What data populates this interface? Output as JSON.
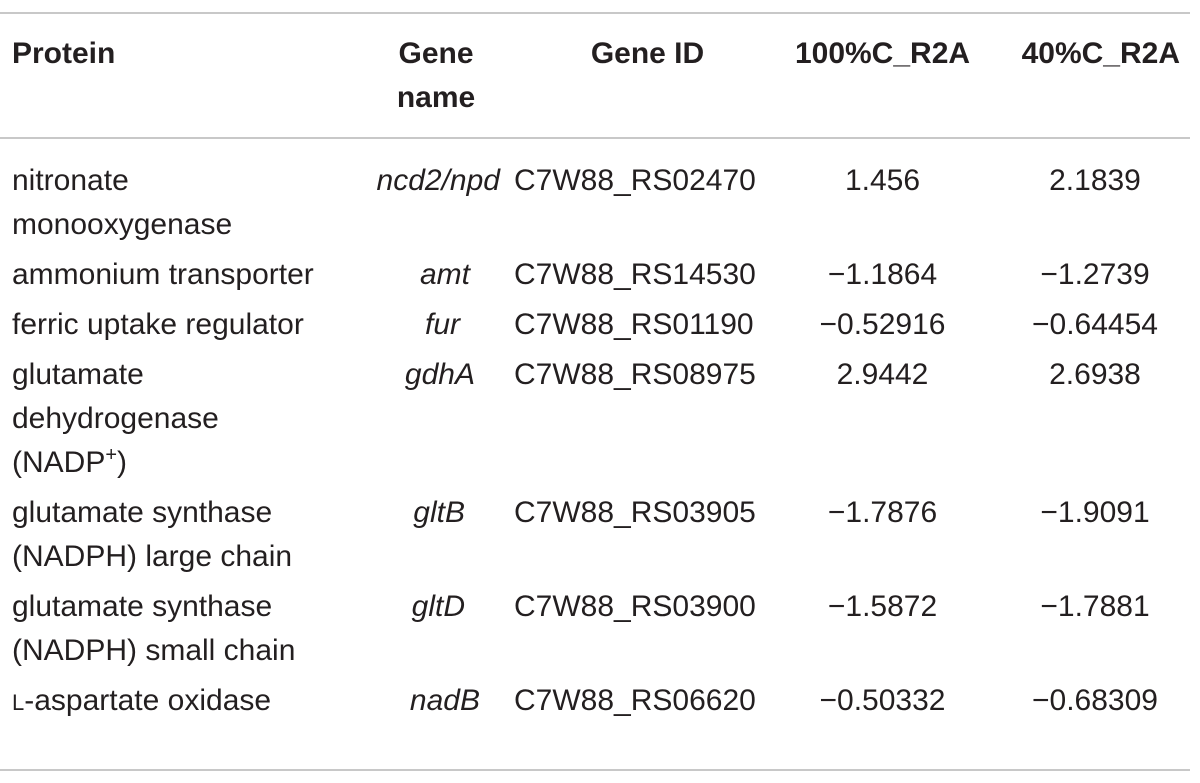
{
  "table": {
    "headers": {
      "protein": "Protein",
      "gene_name": "Gene name",
      "gene_id": "Gene ID",
      "r100": "100%C_R2A",
      "r40": "40%C_R2A"
    },
    "rows": [
      {
        "protein": "nitronate monooxygenase",
        "gene": "ncd2/npd",
        "gene_id": "C7W88_RS02470",
        "r100": "1.456",
        "r40": "2.1839"
      },
      {
        "protein": "ammonium transporter",
        "gene": "amt",
        "gene_id": "C7W88_RS14530",
        "r100": "−1.1864",
        "r40": "−1.2739"
      },
      {
        "protein": "ferric uptake regulator",
        "gene": "fur",
        "gene_id": "C7W88_RS01190",
        "r100": "−0.52916",
        "r40": "−0.64454"
      },
      {
        "protein": "glutamate dehydrogenase (NADP",
        "protein_sup": "+",
        "protein_tail": ")",
        "gene": "gdhA",
        "gene_id": "C7W88_RS08975",
        "r100": "2.9442",
        "r40": "2.6938"
      },
      {
        "protein": "glutamate synthase (NADPH) large chain",
        "gene": "gltB",
        "gene_id": "C7W88_RS03905",
        "r100": "−1.7876",
        "r40": "−1.9091"
      },
      {
        "protein": "glutamate synthase (NADPH) small chain",
        "gene": "gltD",
        "gene_id": "C7W88_RS03900",
        "r100": "−1.5872",
        "r40": "−1.7881"
      },
      {
        "protein_prefix": "L",
        "protein": "-aspartate oxidase",
        "gene": "nadB",
        "gene_id": "C7W88_RS06620",
        "r100": "−0.50332",
        "r40": "−0.68309"
      }
    ]
  }
}
